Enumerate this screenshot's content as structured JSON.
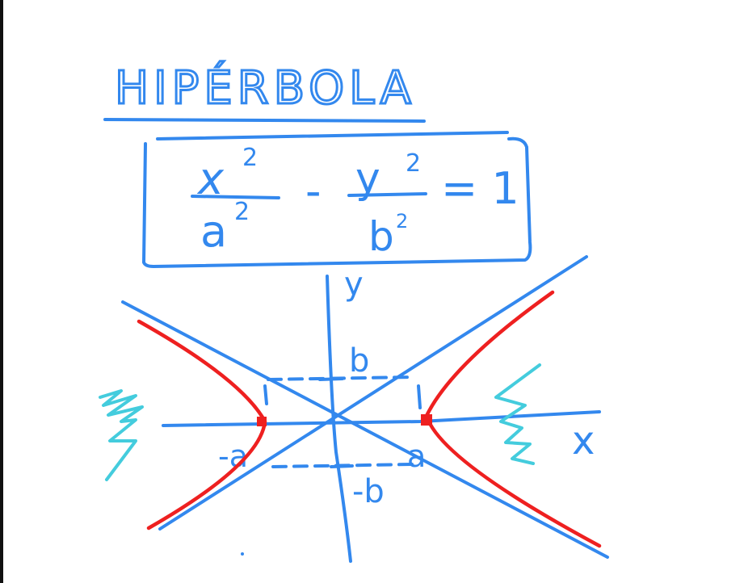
{
  "colors": {
    "blue": "#3388ee",
    "red": "#ee2020",
    "cyan": "#44ccdd",
    "ink": "#111111"
  },
  "title": "HIPÉRBOLA",
  "equation": {
    "numerator_left": "x",
    "denominator_left": "a",
    "numerator_right": "y",
    "denominator_right": "b",
    "exponent": "2",
    "minus": "-",
    "equals": "= 1"
  },
  "axes": {
    "x_label": "x",
    "y_label": "y"
  },
  "markers": {
    "b_pos": "b",
    "b_neg": "-b",
    "a_pos": "a",
    "a_neg": "-a"
  }
}
